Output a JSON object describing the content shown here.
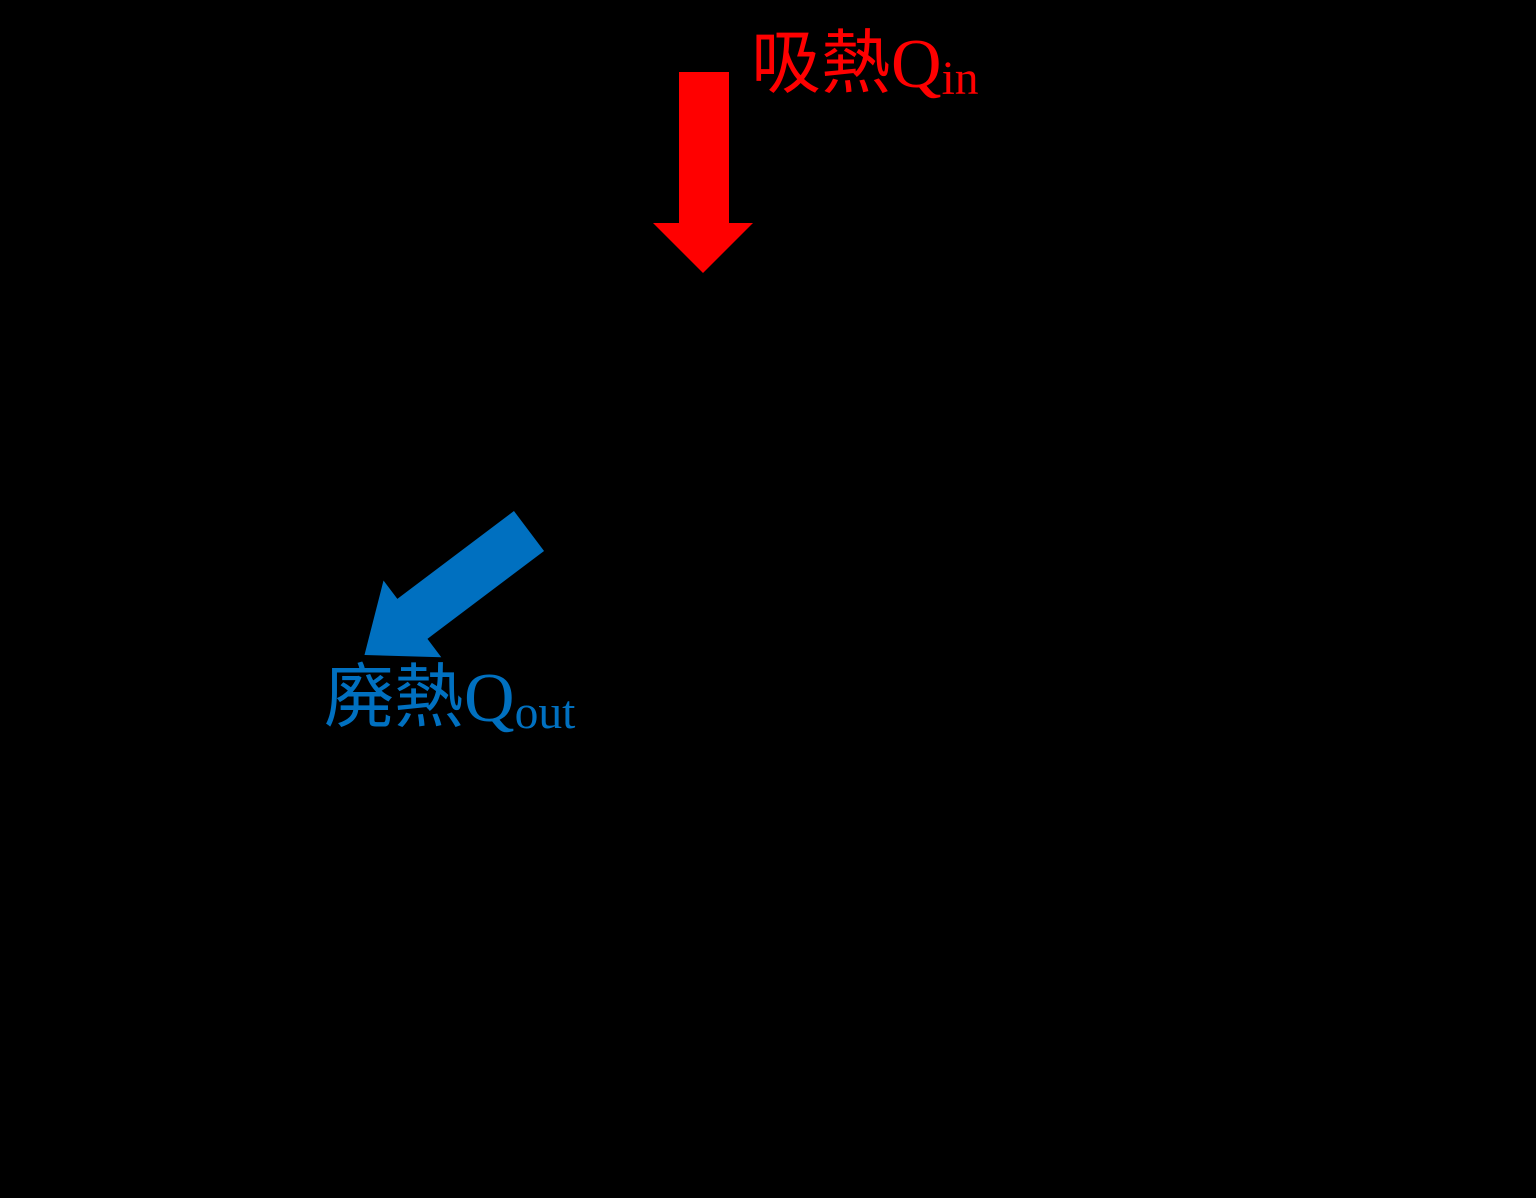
{
  "background_color": "#000000",
  "labels": {
    "heat_in": {
      "text": "吸熱Q",
      "subscript": "in",
      "color": "#FF0000"
    },
    "heat_out": {
      "text": "廃熱Q",
      "subscript": "out",
      "color": "#0070C0"
    }
  },
  "arrows": {
    "heat_in": {
      "color": "#FF0000",
      "direction": "down"
    },
    "heat_out": {
      "color": "#0070C0",
      "direction": "down-left"
    }
  }
}
